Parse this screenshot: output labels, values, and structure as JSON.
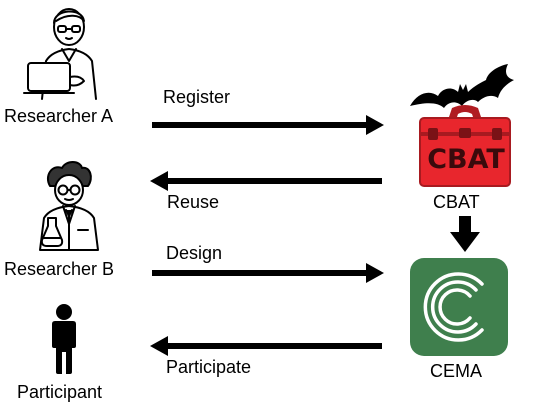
{
  "actors": {
    "researcher_a": "Researcher A",
    "researcher_b": "Researcher B",
    "participant": "Participant"
  },
  "flows": {
    "register": "Register",
    "reuse": "Reuse",
    "design": "Design",
    "participate": "Participate"
  },
  "systems": {
    "cbat": {
      "label": "CBAT",
      "box_text": "CBAT",
      "color": "#e8262d"
    },
    "cema": {
      "label": "CEMA",
      "color": "#3f7f4d"
    }
  },
  "icons": [
    "researcher-laptop-icon",
    "scientist-icon",
    "participant-icon",
    "bat-icon",
    "toolbox-icon",
    "cema-logo-icon"
  ]
}
